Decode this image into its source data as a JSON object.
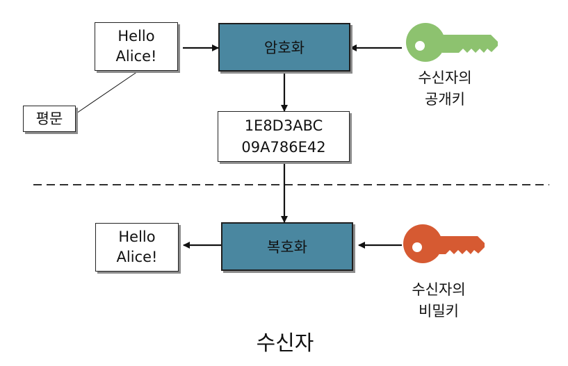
{
  "encrypt": {
    "plaintext": "Hello\nAlice!",
    "callout_label": "평문",
    "process_label": "암호화",
    "key_label": "수신자의\n공개키",
    "key_color": "#8dc26f"
  },
  "ciphertext": "1E8D3ABC\n09A786E42",
  "decrypt": {
    "plaintext": "Hello\nAlice!",
    "process_label": "복호화",
    "key_label": "수신자의\n비밀키",
    "key_color": "#d65a32"
  },
  "section_label": "수신자",
  "process_color": "#4a87a0"
}
